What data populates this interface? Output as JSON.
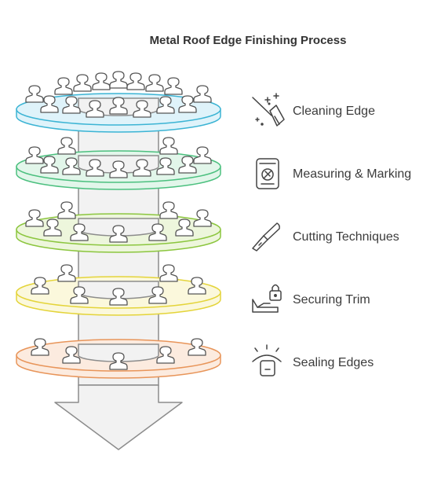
{
  "title": "Metal Roof Edge Finishing Process",
  "steps": [
    {
      "label": "Cleaning Edge",
      "icon": "broom-sparkle-icon",
      "color": "#3cb4d4",
      "fill": "#dff3fa"
    },
    {
      "label": "Measuring & Marking",
      "icon": "measuring-device-icon",
      "color": "#4cc07f",
      "fill": "#e2f6ea"
    },
    {
      "label": "Cutting Techniques",
      "icon": "utility-knife-icon",
      "color": "#8cc63f",
      "fill": "#edf6dc"
    },
    {
      "label": "Securing Trim",
      "icon": "lock-fastener-icon",
      "color": "#e4d43a",
      "fill": "#fbf8dc"
    },
    {
      "label": "Sealing Edges",
      "icon": "seal-lock-icon",
      "color": "#e8955a",
      "fill": "#fcebdf"
    }
  ]
}
